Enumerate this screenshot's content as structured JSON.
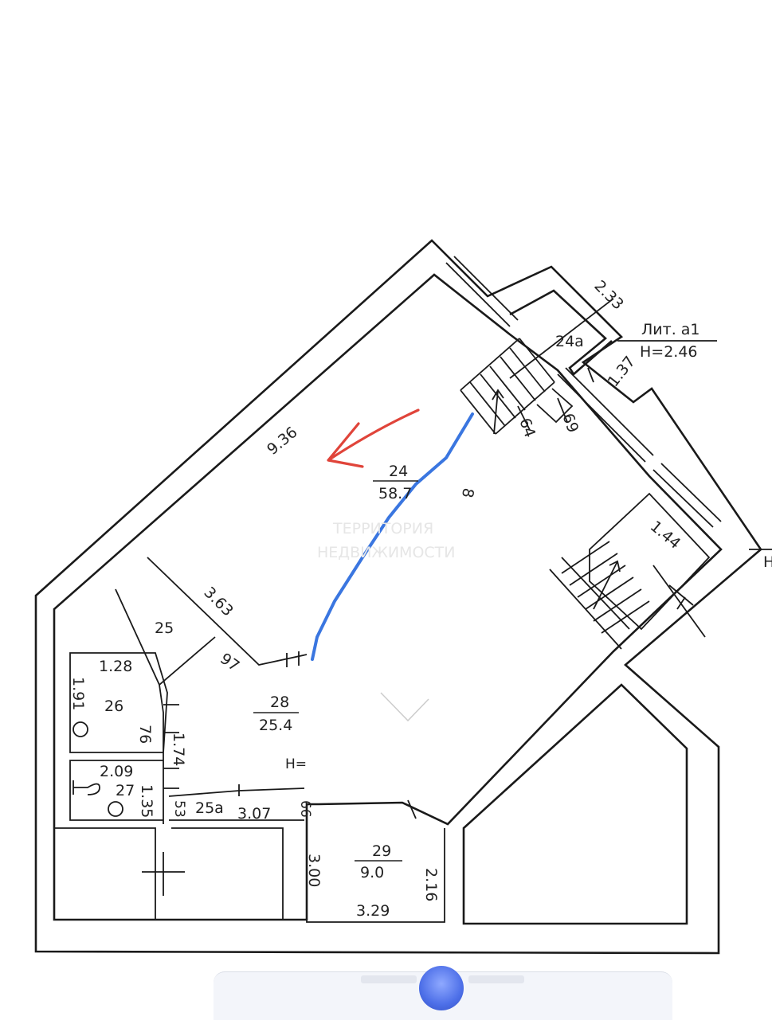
{
  "colors": {
    "wall": "#1a1a1a",
    "text": "#222222",
    "red_arrow": "#e0443a",
    "blue_line": "#3a76e0",
    "watermark": "#e6e6e6"
  },
  "plan": {
    "rooms": [
      {
        "id": "24",
        "number": "24",
        "area": "58.7"
      },
      {
        "id": "24a",
        "number": "24a"
      },
      {
        "id": "25",
        "number": "25"
      },
      {
        "id": "25a",
        "number": "25a"
      },
      {
        "id": "26",
        "number": "26"
      },
      {
        "id": "27",
        "number": "27"
      },
      {
        "id": "28",
        "number": "28",
        "area": "25.4"
      },
      {
        "id": "29",
        "number": "29",
        "area": "9.0"
      }
    ],
    "dimensions": {
      "d936": "9.36",
      "d233": "2.33",
      "d137": "1.37",
      "d64": "64",
      "d69": "69",
      "d144": "1.44",
      "d363": "3.63",
      "d97": "97",
      "d128": "1.28",
      "d191": "1.91",
      "d76": "76",
      "d174": "1.74",
      "d209": "2.09",
      "d135": "1.35",
      "d53": "53",
      "d307": "3.07",
      "d66": "66",
      "d300": "3.00",
      "d216": "2.16",
      "d329": "3.29",
      "d8": "8"
    },
    "annotations": {
      "lit": "Лит. а1",
      "height": "H=2.46",
      "h_partial": "H=",
      "edge_char": "Н"
    },
    "watermark": {
      "line1": "ТЕРРИТОРИЯ",
      "line2": "НЕДВИЖИМОСТИ"
    }
  }
}
